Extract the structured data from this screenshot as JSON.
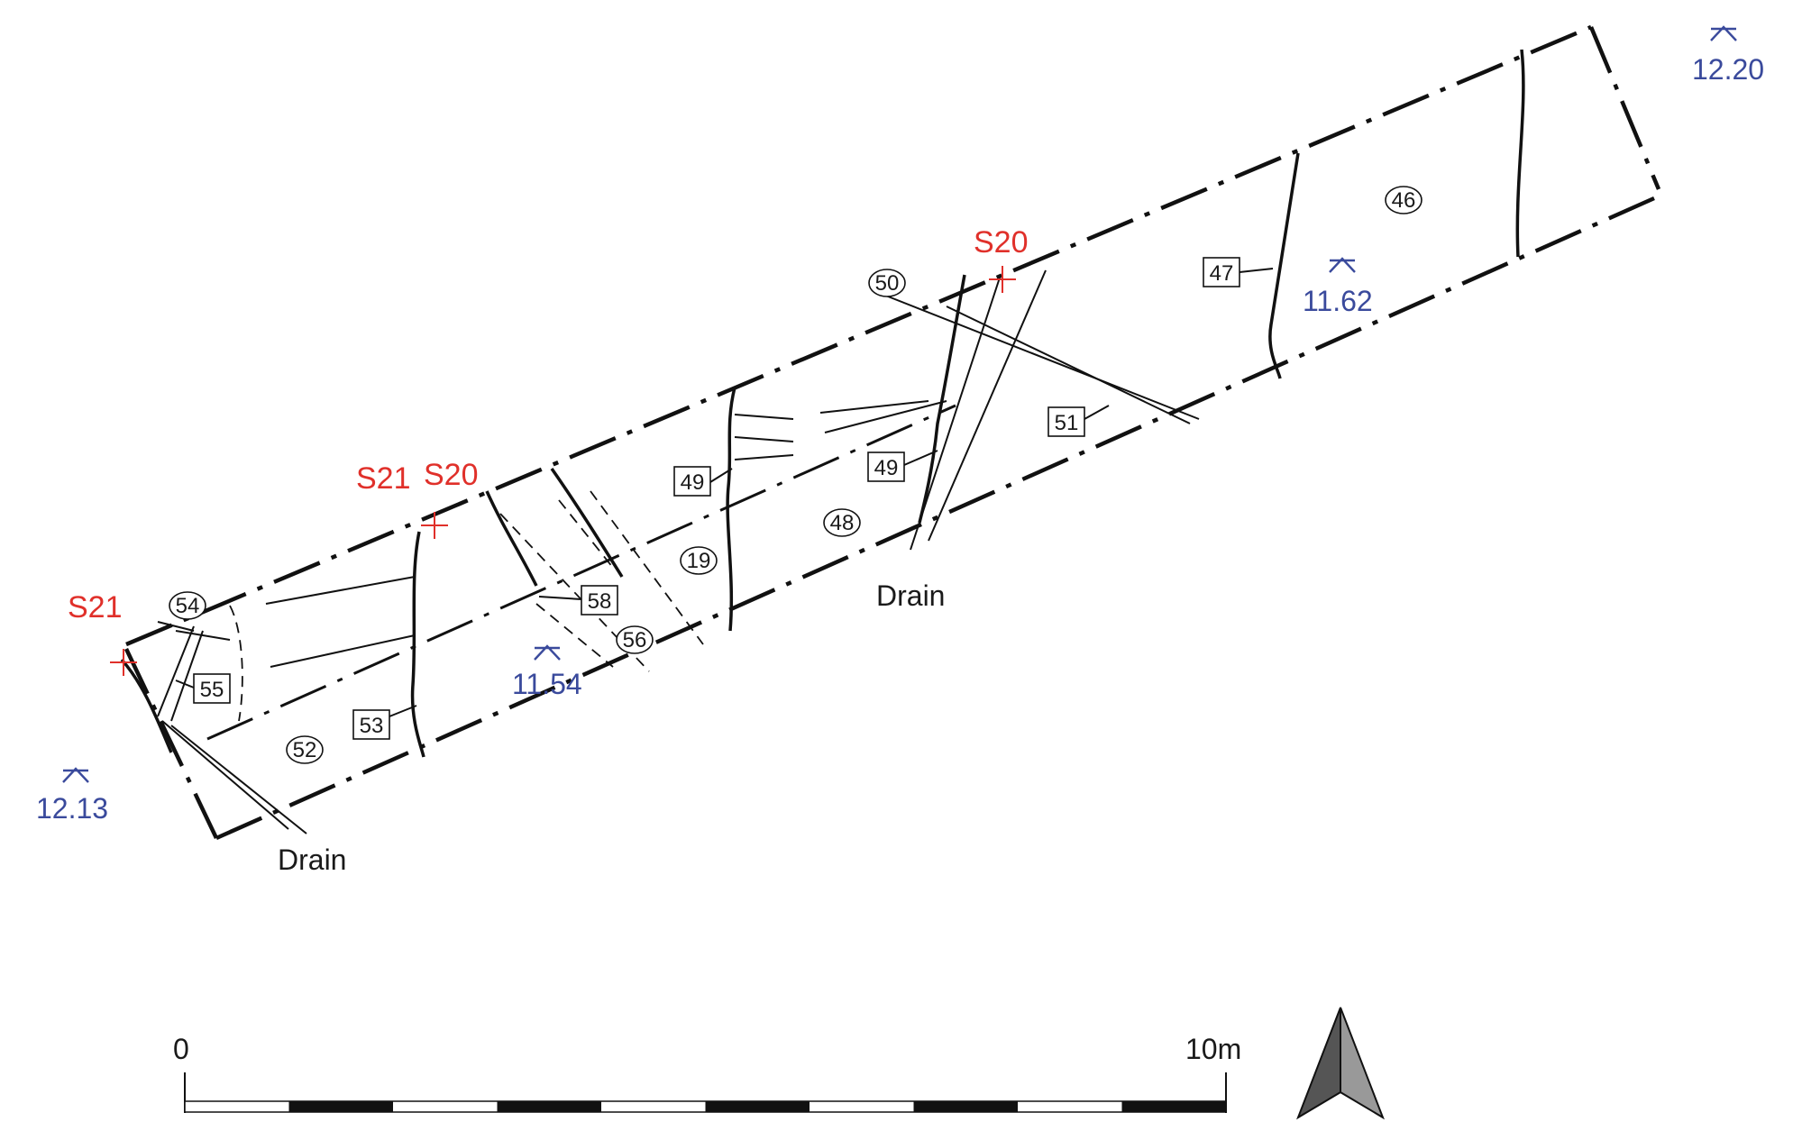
{
  "section_markers": [
    "S21",
    "S21",
    "S20",
    "S20"
  ],
  "levels": [
    "12.20",
    "11.62",
    "11.54",
    "12.13"
  ],
  "context_numbers": {
    "c46": "46",
    "c47": "47",
    "c48": "48",
    "c49a": "49",
    "c49b": "49",
    "c50": "50",
    "c51": "51",
    "c52": "52",
    "c53": "53",
    "c54": "54",
    "c55": "55",
    "c56": "56",
    "c58": "58",
    "c19": "19"
  },
  "features": [
    "Drain",
    "Drain"
  ],
  "scale_bar": {
    "start_label": "0",
    "end_label": "10m",
    "segments": 10
  },
  "north_arrow": {
    "icon": "north-arrow-icon"
  },
  "colors": {
    "section": "#e0302a",
    "level": "#3a4a9c",
    "line": "#111111"
  }
}
